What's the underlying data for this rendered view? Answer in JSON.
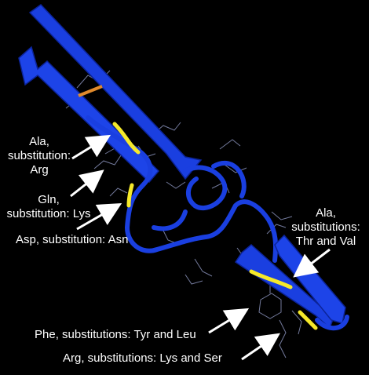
{
  "colors": {
    "background": "#000000",
    "protein_ribbon": "#1a3fe0",
    "protein_ribbon_dark": "#0c2499",
    "substitution_site": "#f5e92a",
    "disulfide": "#e08a2c",
    "side_chain": "#9aa0c0",
    "label_text": "#ffffff",
    "arrow": "#ffffff"
  },
  "icons": {
    "arrow": "white-arrow-pointer"
  },
  "labels": {
    "ala_1": {
      "lines": [
        "Ala,",
        "substitution:",
        "Arg"
      ]
    },
    "gln": {
      "lines": [
        "Gln,",
        "substitution: Lys"
      ]
    },
    "asp": {
      "lines": [
        "Asp, substitution: Asn"
      ]
    },
    "ala_2": {
      "lines": [
        "Ala,",
        "substitutions:",
        "Thr and Val"
      ]
    },
    "phe": {
      "lines": [
        "Phe, substitutions: Tyr and Leu"
      ]
    },
    "arg": {
      "lines": [
        "Arg, substitutions:  Lys and Ser"
      ]
    }
  }
}
